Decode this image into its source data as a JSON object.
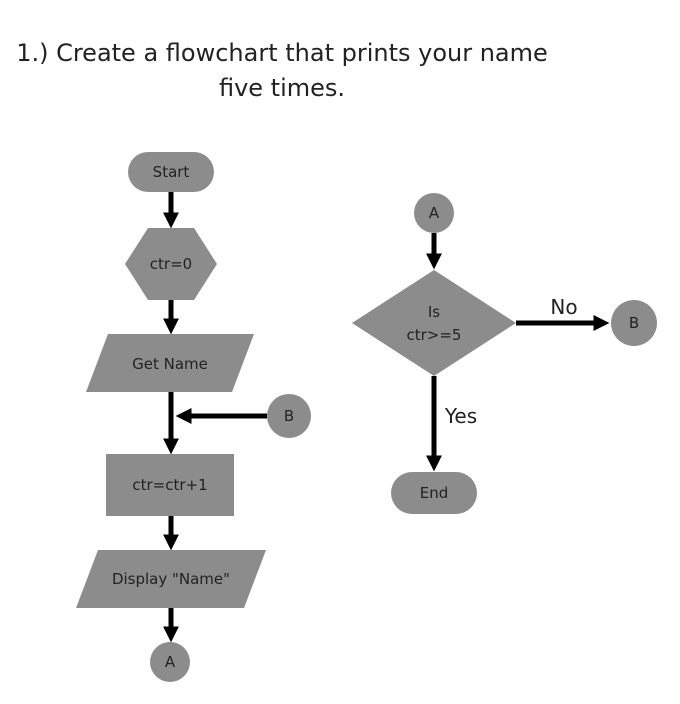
{
  "title": {
    "line1": "1.) Create a flowchart that prints your name",
    "line2": "five times."
  },
  "colors": {
    "node_fill": "#8c8c8c",
    "arrow": "#000000",
    "text": "#222222"
  },
  "nodes": {
    "start": "Start",
    "init": "ctr=0",
    "get_name": "Get Name",
    "increment": "ctr=ctr+1",
    "display": "Display \"Name\"",
    "connector_a_out": "A",
    "connector_b_in": "B",
    "connector_a_in": "A",
    "decision_line1": "Is",
    "decision_line2": "ctr>=5",
    "connector_b_out": "B",
    "end": "End"
  },
  "edges": {
    "no_label": "No",
    "yes_label": "Yes"
  }
}
